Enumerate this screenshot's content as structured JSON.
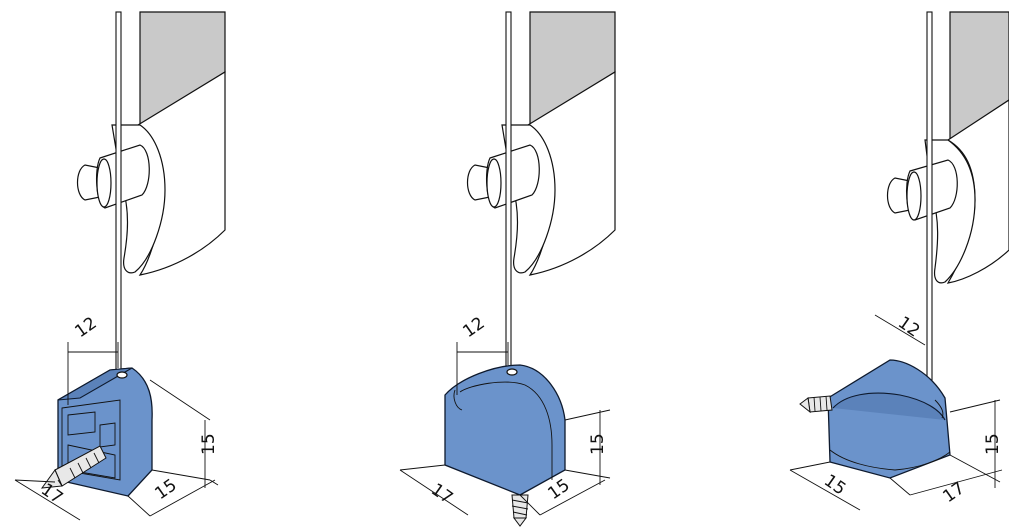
{
  "figures": [
    {
      "id": "left",
      "dimensions": {
        "offset": "12",
        "height": "15",
        "depth": "15",
        "width": "17"
      }
    },
    {
      "id": "middle",
      "dimensions": {
        "offset": "12",
        "height": "15",
        "depth": "15",
        "width": "17"
      }
    },
    {
      "id": "right",
      "dimensions": {
        "offset": "12",
        "height": "15",
        "width_left": "15",
        "width_right": "17"
      }
    }
  ],
  "colors": {
    "weight_blue": "#6b93cb",
    "panel_grey": "#c9c9c9",
    "line": "#111111"
  }
}
